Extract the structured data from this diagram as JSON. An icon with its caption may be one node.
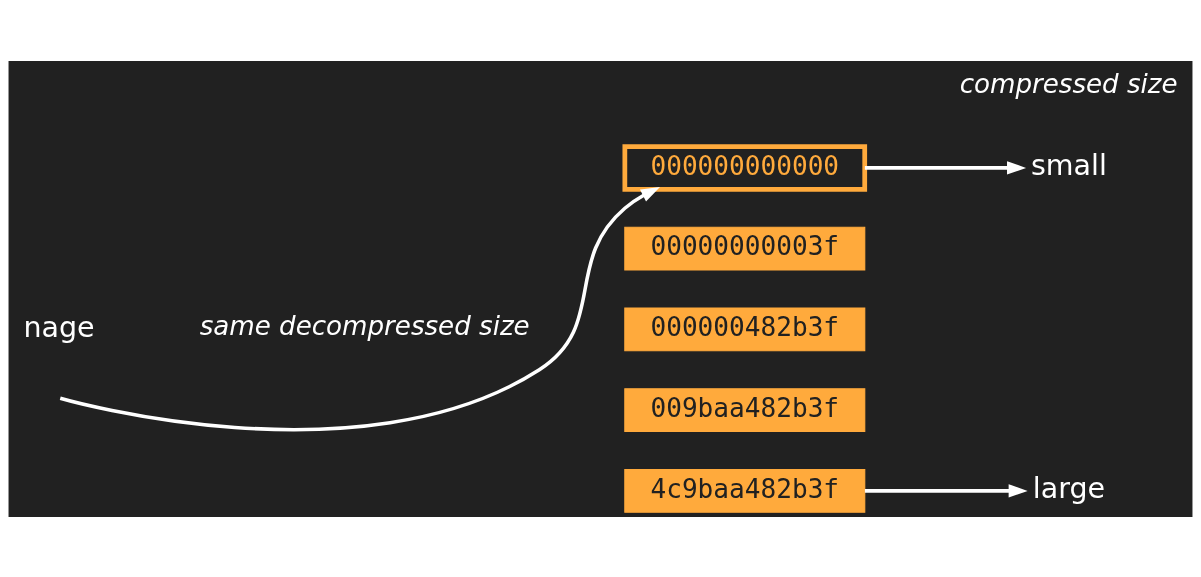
{
  "diagram": {
    "nodes": [
      {
        "text": [
          "000000000000"
        ]
      },
      {
        "text": [
          "00000000003f"
        ]
      },
      {
        "text": [
          "000000482b3f"
        ]
      },
      {
        "text": [
          "009baa482b3f"
        ]
      },
      {
        "text": [
          "4c9baa482b3f"
        ]
      },
      {
        "text": [
          "small"
        ]
      },
      {
        "text": [
          "large"
        ]
      }
    ],
    "edges": [
      {
        "from": null,
        "to": 0,
        "arrow": "to"
      },
      {
        "from": 0,
        "to": 5,
        "arrow": "to"
      },
      {
        "from": 4,
        "to": 6,
        "arrow": "to"
      }
    ],
    "labels": [
      "nage",
      "same decompressed size",
      "compressed size"
    ]
  }
}
